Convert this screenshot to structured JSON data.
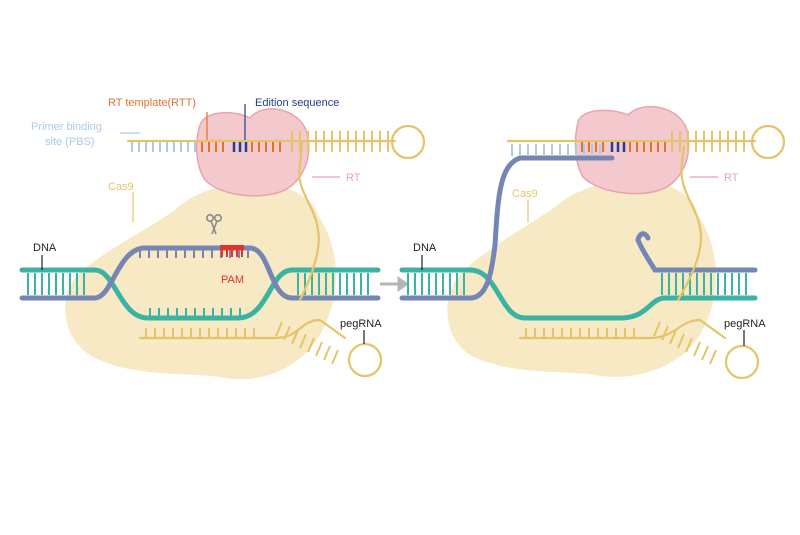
{
  "colors": {
    "cas9_fill": "#f6e9c4",
    "rt_fill": "#f4c9ce",
    "rt_stroke": "#eaa3ad",
    "dna_blue": "#7686b4",
    "dna_teal": "#3bb3a3",
    "pegrna_gold": "#e5c36a",
    "pbs_light": "#a9cbe8",
    "rtt_orange": "#e3722e",
    "edit_navy": "#233d8f",
    "pam_red": "#e3322b",
    "arrow_grey": "#b5b5b5",
    "text_dark": "#1f1f1f"
  },
  "labels": {
    "rt_template": "RT template(RTT)",
    "edition_sequence": "Edition sequence",
    "pbs_line1": "Primer binding",
    "pbs_line2": "site (PBS)",
    "cas9": "Cas9",
    "rt": "RT",
    "dna": "DNA",
    "pam": "PAM",
    "pegrna": "pegRNA",
    "cas9_right": "Cas9",
    "rt_right": "RT",
    "dna_right": "DNA",
    "pegrna_right": "pegRNA"
  },
  "icons": {
    "scissors": "scissors-icon",
    "arrow": "right-arrow-icon"
  }
}
